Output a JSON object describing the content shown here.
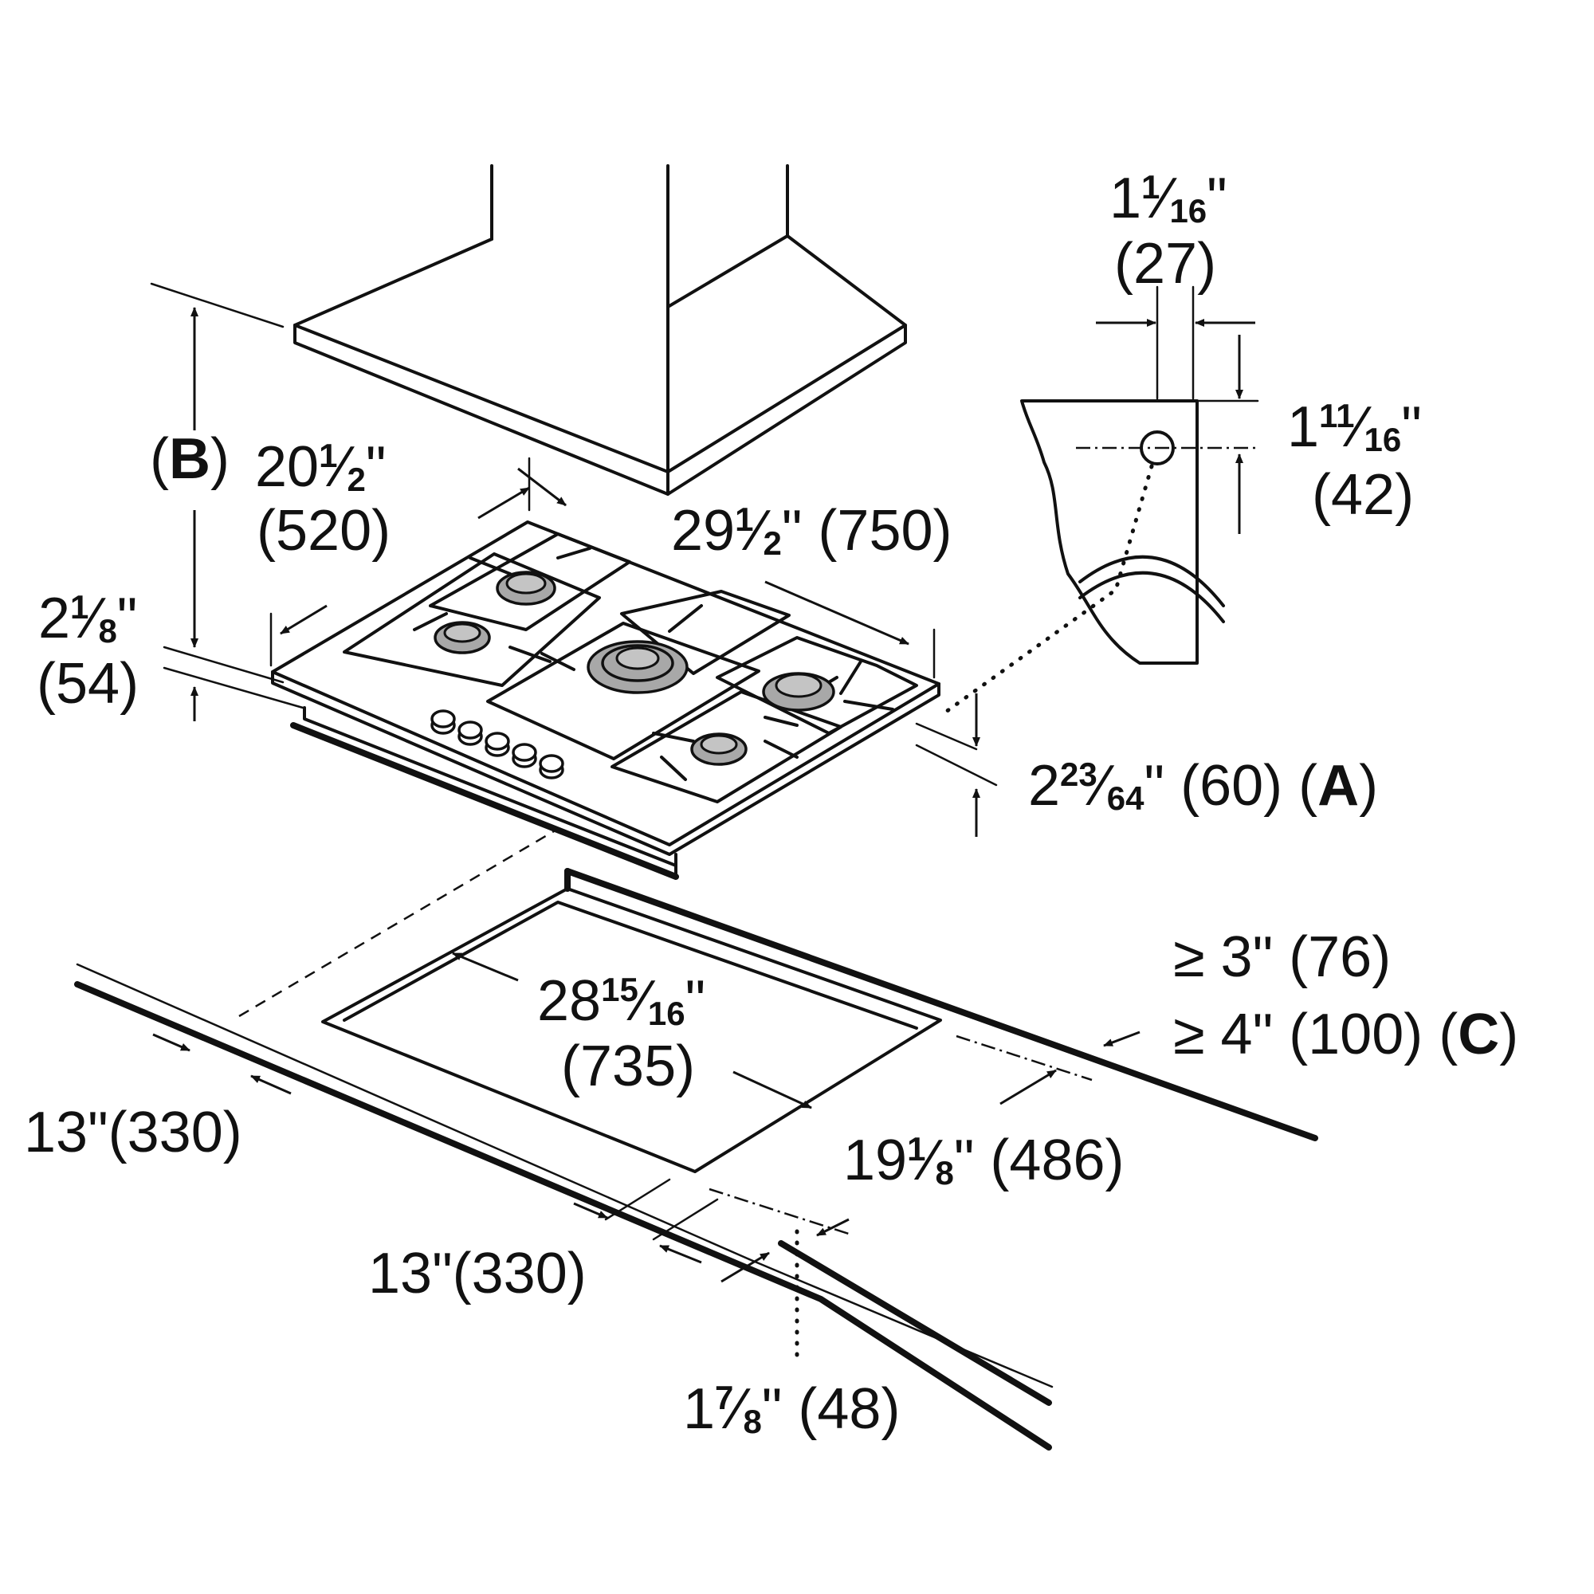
{
  "labels": {
    "b_letter": "B",
    "w_a": "20",
    "w_b": "1",
    "w_c": "2",
    "w_q": "\"",
    "w_mm": "(520)",
    "d_a": "29",
    "d_b": "1",
    "d_c": "2",
    "d_q": "\"",
    "d_mm": "(750)",
    "hb_a": "2",
    "hb_b": "1",
    "hb_c": "8",
    "hb_q": "\"",
    "hb_mm": "(54)",
    "a_a": "2",
    "a_b": "23",
    "a_c": "64",
    "a_q": "\"",
    "a_mm": "(60)",
    "a_letter": "A",
    "top_a": "1",
    "top_b": "1",
    "top_c": "16",
    "top_q": "\"",
    "top_mm": "(27)",
    "side_a": "1",
    "side_b": "11",
    "side_c": "16",
    "side_q": "\"",
    "side_mm": "(42)",
    "cw_a": "28",
    "cw_b": "15",
    "cw_c": "16",
    "cw_q": "\"",
    "cw_mm": "(735)",
    "cl3": "≥ 3\" (76)",
    "cl4": "≥ 4\" (100) (",
    "c_letter": "C",
    "cl4_close": ")",
    "cd_a": "19",
    "cd_b": "1",
    "cd_c": "8",
    "cd_q": "\"",
    "cd_mm": "(486)",
    "left13": "13\"(330)",
    "bot13": "13\"(330)",
    "thk_a": "1",
    "thk_b": "7",
    "thk_c": "8",
    "thk_q": "\"",
    "thk_mm": "(48)"
  },
  "icons": {
    "burner": "gas-burner-icon",
    "knob": "control-knob-icon",
    "arrow": "dimension-arrow-icon"
  }
}
